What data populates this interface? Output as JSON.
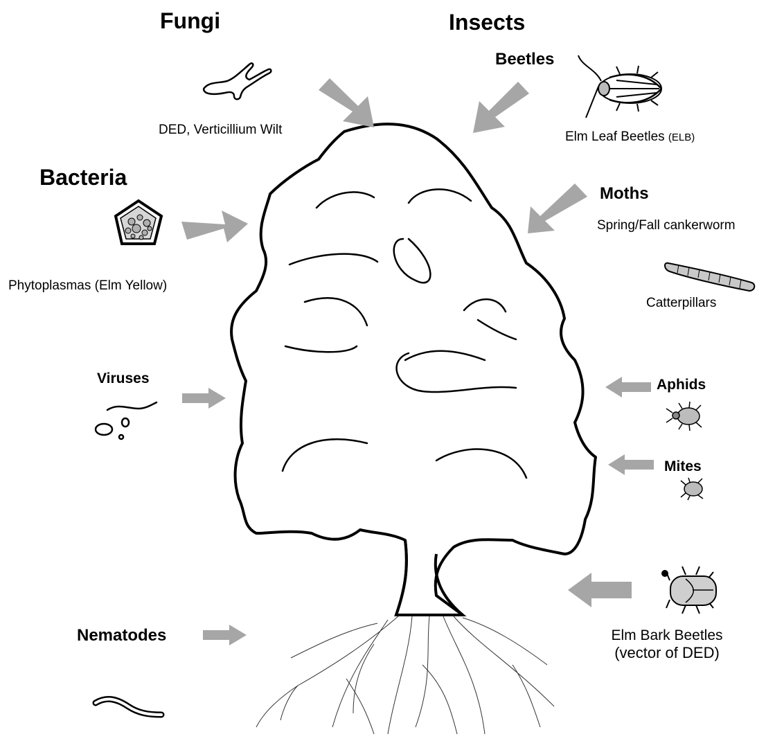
{
  "headings": {
    "fungi": "Fungi",
    "insects": "Insects",
    "bacteria": "Bacteria",
    "viruses": "Viruses",
    "nematodes": "Nematodes",
    "beetles": "Beetles",
    "moths": "Moths",
    "aphids": "Aphids",
    "mites": "Mites"
  },
  "captions": {
    "fungi": "DED, Verticillium Wilt",
    "bacteria": "Phytoplasmas (Elm Yellow)",
    "elb_main": "Elm Leaf Beetles ",
    "elb_abbr": "(ELB)",
    "moths": "Spring/Fall cankerworm",
    "caterpillars": "Catterpillars",
    "bark_beetles_line1": "Elm Bark Beetles",
    "bark_beetles_line2": "(vector of DED)"
  },
  "colors": {
    "arrow": "#a6a6a6",
    "outline": "#000000",
    "background": "#ffffff"
  }
}
